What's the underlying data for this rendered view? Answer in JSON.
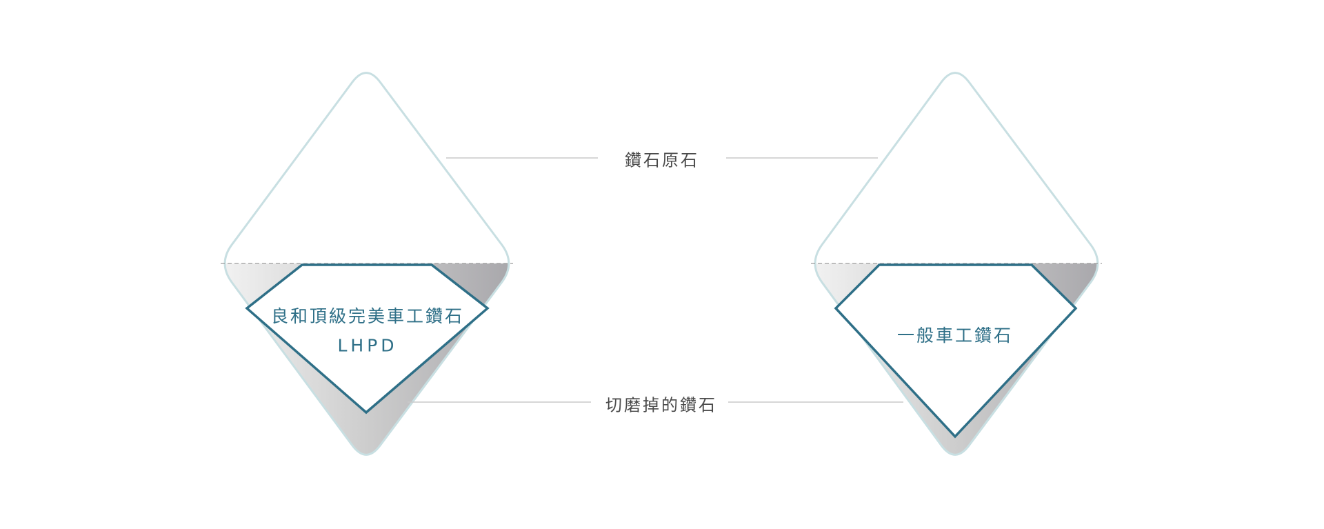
{
  "labels": {
    "rough": "鑽石原石",
    "cut_away": "切磨掉的鑽石"
  },
  "diamonds": [
    {
      "name": "良和頂級完美車工鑽石",
      "subtitle": "LHPD"
    },
    {
      "name": "一般車工鑽石"
    }
  ],
  "colors": {
    "outline": "#c8dfe2",
    "gem_stroke": "#2e6f87",
    "text": "#2e6f87",
    "label": "#4a4a4a",
    "leader": "#c9c9c9"
  }
}
